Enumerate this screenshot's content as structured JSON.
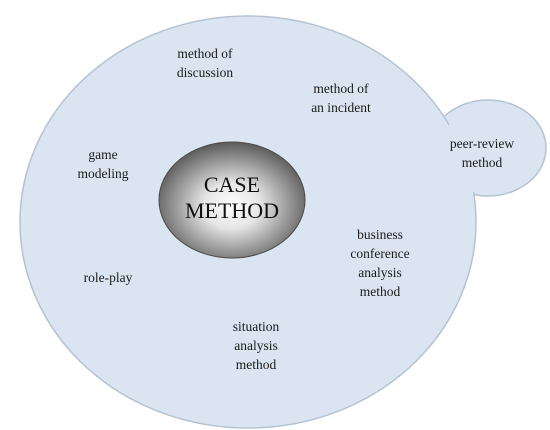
{
  "center": {
    "label": "CASE\nMETHOD"
  },
  "methods": [
    {
      "id": "discussion",
      "label": "method of\ndiscussion"
    },
    {
      "id": "incident",
      "label": "method of\nan incident"
    },
    {
      "id": "peer-review",
      "label": "peer-review\nmethod"
    },
    {
      "id": "game-modeling",
      "label": "game\nmodeling"
    },
    {
      "id": "business-conference",
      "label": "business\nconference\nanalysis\nmethod"
    },
    {
      "id": "role-play",
      "label": "role-play"
    },
    {
      "id": "situation-analysis",
      "label": "situation\nanalysis\nmethod"
    }
  ],
  "colors": {
    "main_fill": "#dbe5f1",
    "outline": "#b4c3d3",
    "center_light": "#ffffff",
    "center_dark": "#5a5a5a"
  }
}
